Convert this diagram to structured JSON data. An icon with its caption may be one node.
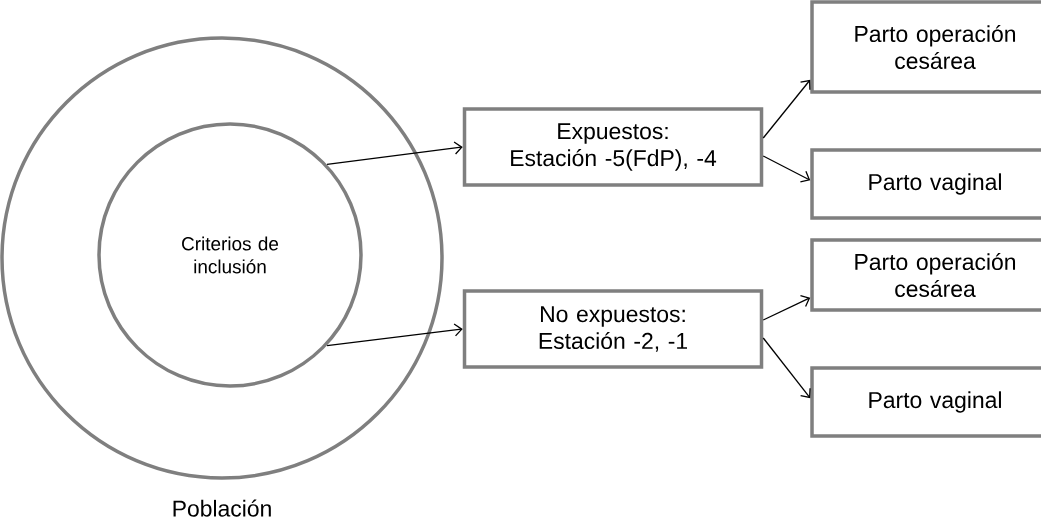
{
  "diagram": {
    "nodes": [
      {
        "text": [
          "Población"
        ]
      },
      {
        "text": [
          "Criterios de inclusión"
        ],
        "in": 0
      },
      {
        "text": [
          "Expuestos:",
          "Estación -5(FdP), -4"
        ]
      },
      {
        "text": [
          "No expuestos:",
          "Estación -2, -1"
        ]
      },
      {
        "text": [
          "Parto operación cesárea"
        ]
      },
      {
        "text": [
          "Parto vaginal"
        ]
      },
      {
        "text": [
          "Parto operación cesárea"
        ]
      },
      {
        "text": [
          "Parto vaginal"
        ]
      }
    ],
    "edges": [
      {
        "from": 1,
        "to": 2,
        "arrow": "to"
      },
      {
        "from": 1,
        "to": 3,
        "arrow": "to"
      },
      {
        "from": 2,
        "to": 4,
        "arrow": "to"
      },
      {
        "from": 2,
        "to": 5,
        "arrow": "to"
      },
      {
        "from": 3,
        "to": 6,
        "arrow": "to"
      },
      {
        "from": 3,
        "to": 7,
        "arrow": "to"
      }
    ]
  }
}
